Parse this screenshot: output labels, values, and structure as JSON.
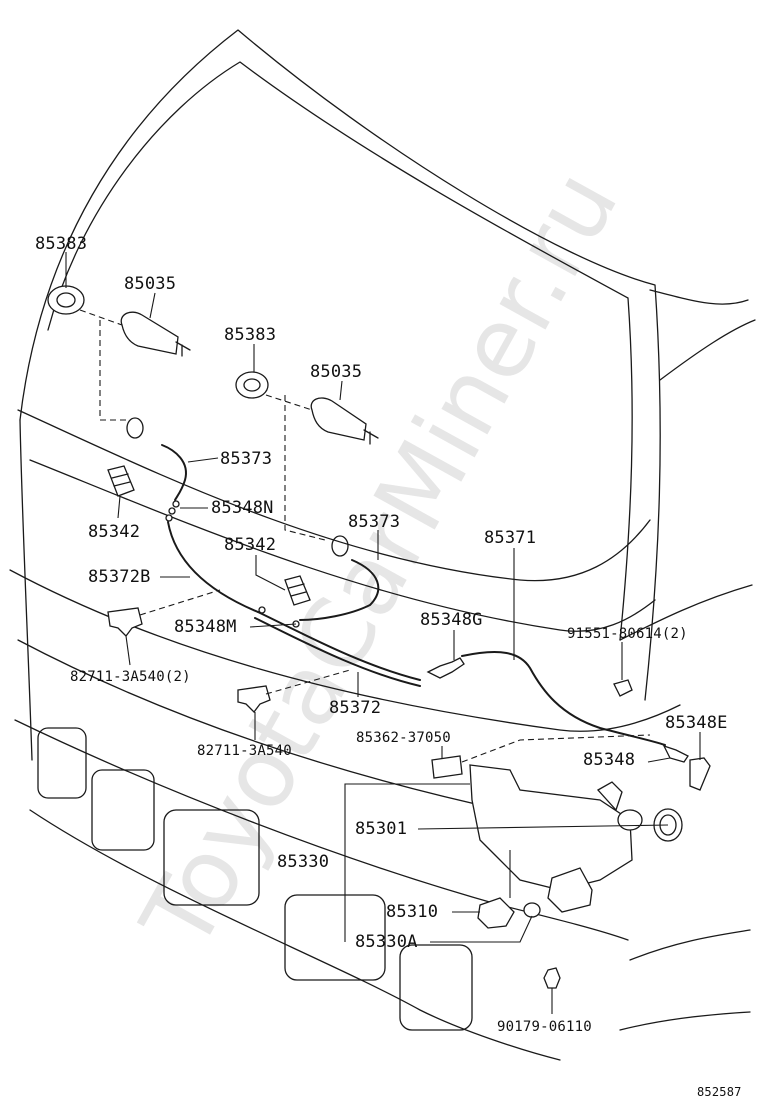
{
  "watermark": "ToyotaCarMiner.ru",
  "reference_number": "852587",
  "callouts": [
    {
      "id": "c-85383-left",
      "text": "85383"
    },
    {
      "id": "c-85035-left",
      "text": "85035"
    },
    {
      "id": "c-85383-center",
      "text": "85383"
    },
    {
      "id": "c-85035-center",
      "text": "85035"
    },
    {
      "id": "c-85373-upper",
      "text": "85373"
    },
    {
      "id": "c-85348N",
      "text": "85348N"
    },
    {
      "id": "c-85342-left",
      "text": "85342"
    },
    {
      "id": "c-85373-lower",
      "text": "85373"
    },
    {
      "id": "c-85342-center",
      "text": "85342"
    },
    {
      "id": "c-85371",
      "text": "85371"
    },
    {
      "id": "c-85372B",
      "text": "85372B"
    },
    {
      "id": "c-85348M",
      "text": "85348M"
    },
    {
      "id": "c-85348G",
      "text": "85348G"
    },
    {
      "id": "c-91551-80614",
      "text": "91551-80614(2)"
    },
    {
      "id": "c-82711-3A540-2",
      "text": "82711-3A540(2)"
    },
    {
      "id": "c-85372",
      "text": "85372"
    },
    {
      "id": "c-85348E",
      "text": "85348E"
    },
    {
      "id": "c-85362-37050",
      "text": "85362-37050"
    },
    {
      "id": "c-82711-3A540",
      "text": "82711-3A540"
    },
    {
      "id": "c-85348",
      "text": "85348"
    },
    {
      "id": "c-85301",
      "text": "85301"
    },
    {
      "id": "c-85330",
      "text": "85330"
    },
    {
      "id": "c-85310",
      "text": "85310"
    },
    {
      "id": "c-85330A",
      "text": "85330A"
    },
    {
      "id": "c-90179-06110",
      "text": "90179-06110"
    }
  ]
}
